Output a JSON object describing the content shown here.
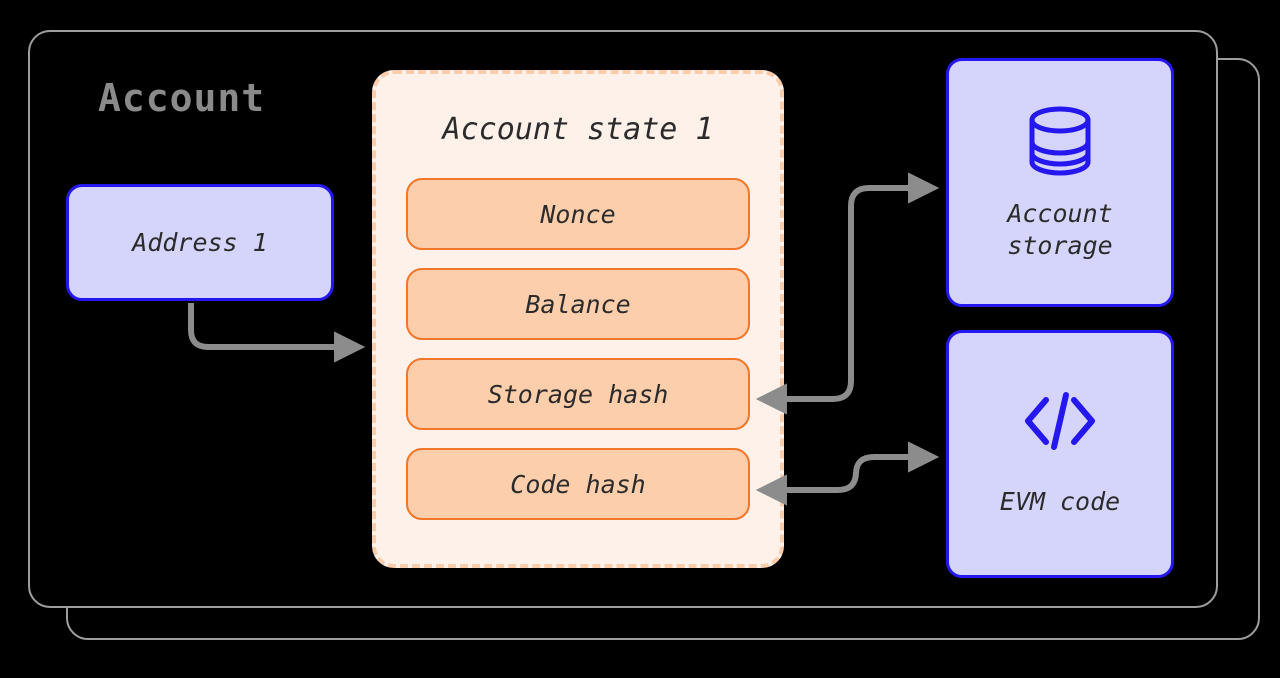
{
  "diagram": {
    "title": "Account",
    "containers": {
      "account_label": "Account"
    },
    "address": {
      "label": "Address 1"
    },
    "account_state": {
      "title": "Account state 1",
      "fields": [
        {
          "label": "Nonce"
        },
        {
          "label": "Balance"
        },
        {
          "label": "Storage hash"
        },
        {
          "label": "Code hash"
        }
      ]
    },
    "externals": [
      {
        "id": "account-storage",
        "icon": "database-icon",
        "line1": "Account",
        "line2": "storage"
      },
      {
        "id": "evm-code",
        "icon": "code-brackets-icon",
        "line1": "EVM code",
        "line2": ""
      }
    ],
    "colors": {
      "background": "#000000",
      "container_border": "#9e9e9e",
      "title_text": "#8a8a8a",
      "blue_fill": "#d5d4fb",
      "blue_border": "#2417f0",
      "panel_fill": "#fdf1e9",
      "panel_border": "#f9ccab",
      "pill_fill": "#fcceab",
      "pill_border": "#f2762a",
      "arrow": "#8c8c8c",
      "body_text": "#2b2b2b"
    },
    "connectors": [
      {
        "from": "address-box",
        "to": "account-state-panel",
        "heads": "single"
      },
      {
        "from": "storage-hash-pill",
        "to": "account-storage",
        "heads": "double"
      },
      {
        "from": "code-hash-pill",
        "to": "evm-code",
        "heads": "double"
      }
    ]
  }
}
